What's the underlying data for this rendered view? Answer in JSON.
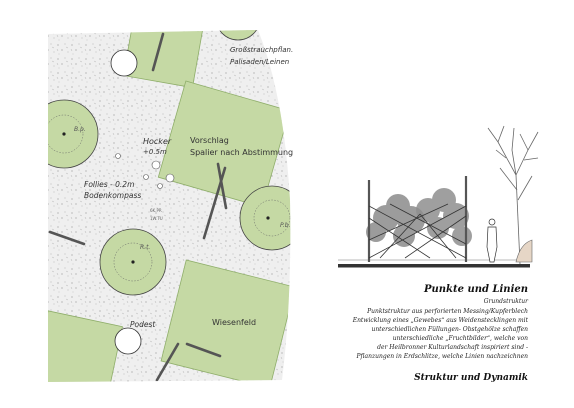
{
  "plan_labels": {
    "grossstrauch": "Großstrauchpflan.",
    "palisaden": "Palisaden/Leinen",
    "bp": "B.p.",
    "hocker": "Hocker",
    "hocker_height": "+0.5m",
    "vorschlag": "Vorschlag",
    "spalier": "Spalier nach Abstimmung",
    "follies": "Follies - 0.2m",
    "bodenkompass": "Bodenkompass",
    "dim_a": "6K.PR",
    "dim_b": "1W.TU",
    "pb": "P.b.",
    "rt": "R.t.",
    "podest": "Podest",
    "wiesenfeld": "Wiesenfeld"
  },
  "section": {
    "title": "Punkte und Linien",
    "subtitle": "Grundstruktur",
    "lines": [
      "Punktstruktur aus perforierten Messing/Kupferblech",
      "Entwicklung eines „Gewebes“ aus Weidenstecklingen mit",
      "unterschiedlichen Füllungen- Obstgehölze schaffen",
      "unterschiedliche „Fruchtbilder“, welche von",
      "der Heilbronner Kulturlandschaft inspiriert sind -",
      "Pflanzungen in Erdschlitze, welche Linien nachzeichnen"
    ],
    "footer": "Struktur und Dynamik"
  },
  "colors": {
    "green_fill": "#c5d9a4",
    "green_stroke": "#8fae6a",
    "speckle": "#e6e6e6",
    "post": "#555555",
    "ground": "#333333"
  }
}
